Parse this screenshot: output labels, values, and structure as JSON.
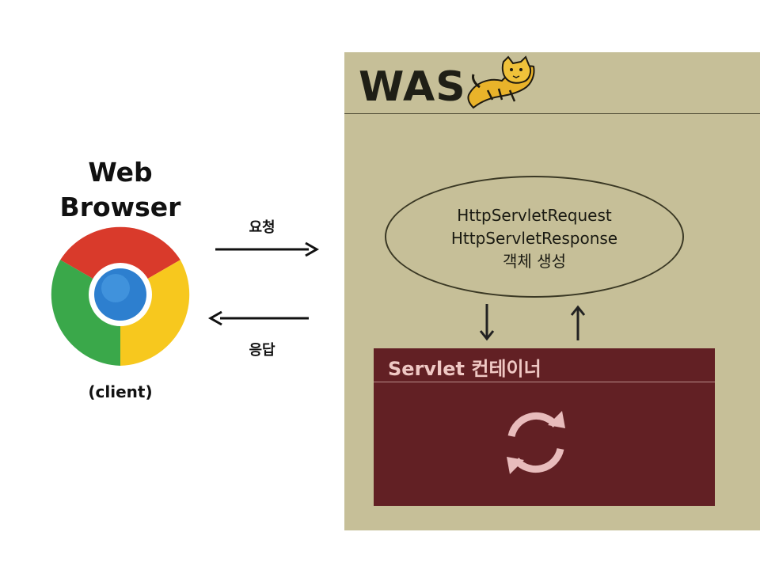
{
  "browser": {
    "title_line1": "Web",
    "title_line2": "Browser",
    "client_label": "(client)",
    "icon": "chrome-logo"
  },
  "flow": {
    "request_label": "요청",
    "response_label": "응답"
  },
  "was": {
    "title": "WAS",
    "icon": "tomcat-logo",
    "bg_color": "#c6bf98",
    "ellipse": {
      "line1": "HttpServletRequest",
      "line2": "HttpServletResponse",
      "line3": "객체 생성"
    },
    "container": {
      "title": "Servlet 컨테이너",
      "bg_color": "#622024",
      "icon": "refresh-cycle-icon"
    }
  }
}
